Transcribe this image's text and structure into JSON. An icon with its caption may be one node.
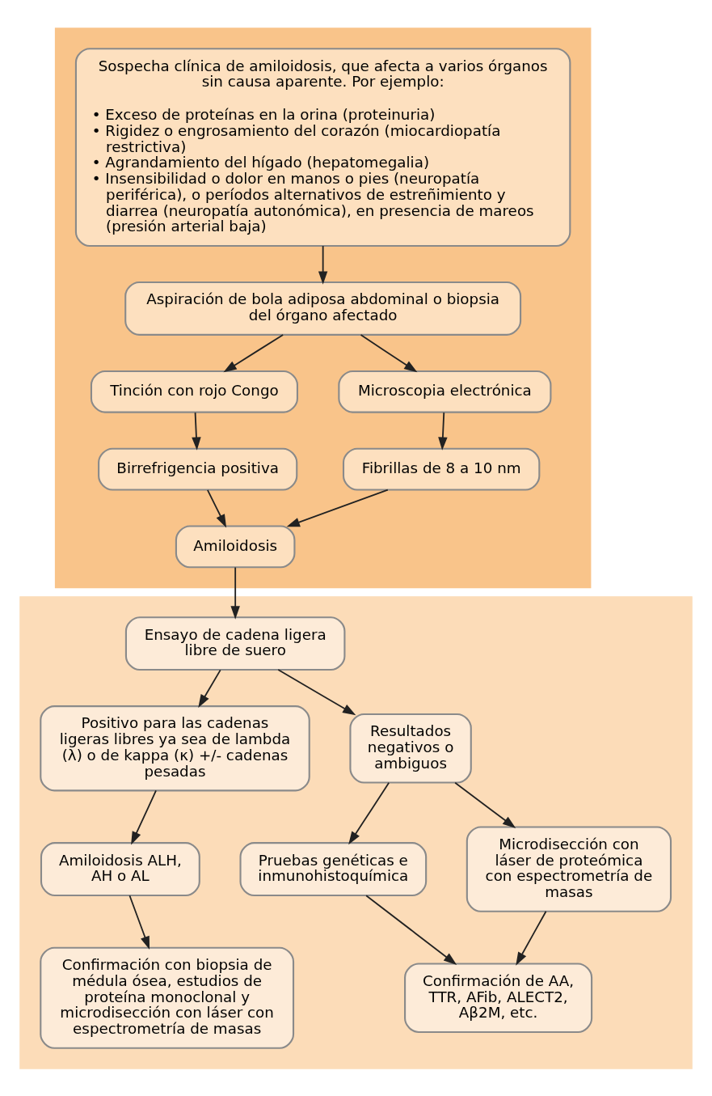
{
  "diagram": {
    "nodes": [
      {
        "text": [],
        "shape": "band"
      },
      {
        "text": [],
        "shape": "band"
      },
      {
        "text": [
          "Sospecha clínica de amiloidosis, que afecta a varios órganos sin causa aparente. Por ejemplo:",
          "• Exceso de proteínas en la orina (proteinuria)",
          "• Rigidez o engrosamiento del corazón (miocardiopatía restrictiva)",
          "• Agrandamiento del hígado (hepatomegalia)",
          "• Insensibilidad o dolor en manos o pies (neuropatía periférica), o períodos alternativos de estreñimiento y diarrea (neuropatía autonómica), en presencia de mareos (presión arterial baja)"
        ],
        "in": 0
      },
      {
        "text": [
          "Aspiración de bola adiposa abdominal o biopsia del órgano afectado"
        ],
        "in": 0
      },
      {
        "text": [
          "Tinción con rojo Congo"
        ],
        "in": 0
      },
      {
        "text": [
          "Microscopia electrónica"
        ],
        "in": 0
      },
      {
        "text": [
          "Birrefrigencia positiva"
        ],
        "in": 0
      },
      {
        "text": [
          "Fibrillas de 8 a 10 nm"
        ],
        "in": 0
      },
      {
        "text": [
          "Amiloidosis"
        ],
        "in": 0
      },
      {
        "text": [
          "Ensayo de cadena ligera libre de suero"
        ],
        "in": 1
      },
      {
        "text": [
          "Positivo para las cadenas ligeras libres ya sea de lambda (λ) o de kappa (κ) +/- cadenas pesadas"
        ],
        "in": 1
      },
      {
        "text": [
          "Resultados negativos o ambiguos"
        ],
        "in": 1
      },
      {
        "text": [
          "Amiloidosis ALH, AH o AL"
        ],
        "in": 1
      },
      {
        "text": [
          "Pruebas genéticas e inmunohistoquímica"
        ],
        "in": 1
      },
      {
        "text": [
          "Microdisección con láser de proteómica con espectrometría de masas"
        ],
        "in": 1
      },
      {
        "text": [
          "Confirmación con biopsia de médula ósea, estudios de proteína monoclonal y microdisección con láser con espectrometría de masas"
        ],
        "in": 1
      },
      {
        "text": [
          "Confirmación de AA, TTR, AFib, ALECT2, Aβ2M, etc."
        ],
        "in": 1
      }
    ],
    "edges": [
      {
        "from": 2,
        "to": 3,
        "arrow": "to"
      },
      {
        "from": 3,
        "to": 4,
        "arrow": "to"
      },
      {
        "from": 3,
        "to": 5,
        "arrow": "to"
      },
      {
        "from": 4,
        "to": 6,
        "arrow": "to"
      },
      {
        "from": 5,
        "to": 7,
        "arrow": "to"
      },
      {
        "from": 6,
        "to": 8,
        "arrow": "to"
      },
      {
        "from": 7,
        "to": 8,
        "arrow": "to"
      },
      {
        "from": 8,
        "to": 9,
        "arrow": "to"
      },
      {
        "from": 9,
        "to": 10,
        "arrow": "to"
      },
      {
        "from": 9,
        "to": 11,
        "arrow": "to"
      },
      {
        "from": 10,
        "to": 12,
        "arrow": "to"
      },
      {
        "from": 11,
        "to": 13,
        "arrow": "to"
      },
      {
        "from": 11,
        "to": 14,
        "arrow": "to"
      },
      {
        "from": 12,
        "to": 15,
        "arrow": "to"
      },
      {
        "from": 13,
        "to": 16,
        "arrow": "to"
      },
      {
        "from": 14,
        "to": 16,
        "arrow": "to"
      }
    ]
  }
}
